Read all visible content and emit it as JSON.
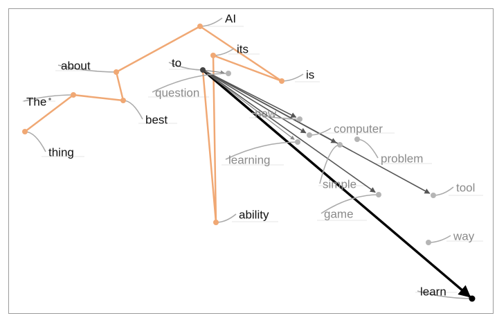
{
  "colors": {
    "path": "#f0a874",
    "arrow_dark": "#000000",
    "arrow_mid": "#555555",
    "word_dark": "#111111",
    "word_grey": "#8a8a8a",
    "leader": "#aaaaaa",
    "underline": "#e6e6e6",
    "frame": "#9a9a9a"
  },
  "words": [
    {
      "id": "AI",
      "text": "AI",
      "tone": "dark"
    },
    {
      "id": "its",
      "text": "its",
      "tone": "dark"
    },
    {
      "id": "about",
      "text": "about",
      "tone": "dark"
    },
    {
      "id": "to",
      "text": "to",
      "tone": "dark"
    },
    {
      "id": "is",
      "text": "is",
      "tone": "dark"
    },
    {
      "id": "The",
      "text": "The",
      "tone": "dark"
    },
    {
      "id": "question",
      "text": "question",
      "tone": "grey"
    },
    {
      "id": "best",
      "text": "best",
      "tone": "dark"
    },
    {
      "id": "new",
      "text": "new",
      "tone": "grey"
    },
    {
      "id": "computer",
      "text": "computer",
      "tone": "grey"
    },
    {
      "id": "thing",
      "text": "thing",
      "tone": "dark"
    },
    {
      "id": "learning",
      "text": "learning",
      "tone": "grey"
    },
    {
      "id": "problem",
      "text": "problem",
      "tone": "grey"
    },
    {
      "id": "simple",
      "text": "simple",
      "tone": "grey"
    },
    {
      "id": "tool",
      "text": "tool",
      "tone": "grey"
    },
    {
      "id": "game",
      "text": "game",
      "tone": "grey"
    },
    {
      "id": "ability",
      "text": "ability",
      "tone": "dark"
    },
    {
      "id": "way",
      "text": "way",
      "tone": "grey"
    },
    {
      "id": "learn",
      "text": "learn",
      "tone": "dark"
    }
  ],
  "sentence_path": [
    "thing",
    "The",
    "best",
    "about",
    "AI",
    "is",
    "its",
    "ability",
    "to"
  ],
  "next_word_arrows": [
    {
      "to": "learn",
      "weight": "strong"
    },
    {
      "to": "question",
      "weight": "weak"
    },
    {
      "to": "new",
      "weight": "medium"
    },
    {
      "to": "computer",
      "weight": "medium"
    },
    {
      "to": "learning",
      "weight": "weak"
    },
    {
      "to": "simple",
      "weight": "medium"
    },
    {
      "to": "game",
      "weight": "medium"
    },
    {
      "to": "tool",
      "weight": "medium"
    }
  ]
}
